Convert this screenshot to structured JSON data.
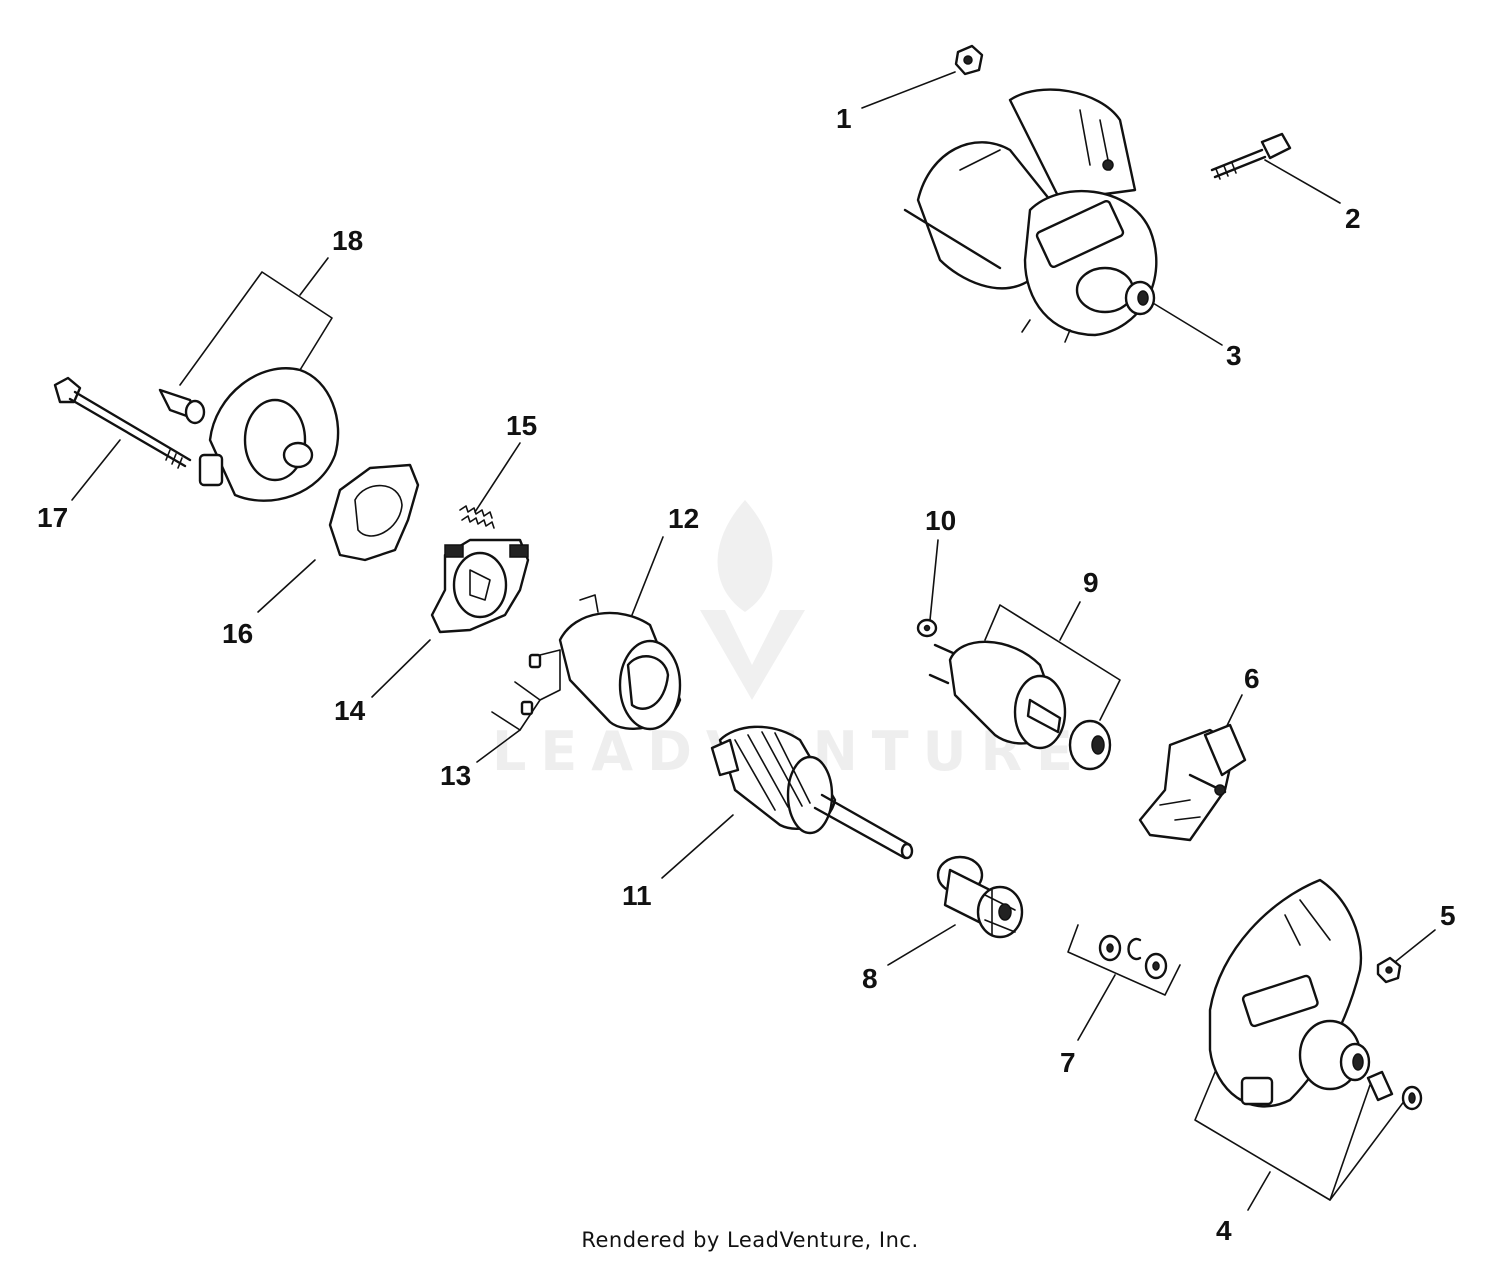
{
  "watermark": {
    "text": "LEADVENTURE"
  },
  "callouts": [
    "1",
    "2",
    "3",
    "4",
    "5",
    "6",
    "7",
    "8",
    "9",
    "10",
    "11",
    "12",
    "13",
    "14",
    "15",
    "16",
    "17",
    "18"
  ],
  "footer": {
    "text": "Rendered by LeadVenture, Inc."
  }
}
